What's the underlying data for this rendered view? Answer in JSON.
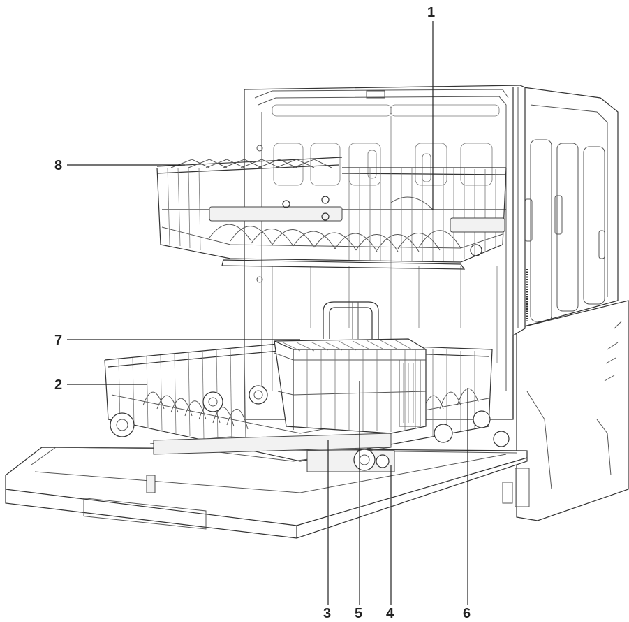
{
  "callouts": [
    {
      "id": "1",
      "label": "1"
    },
    {
      "id": "2",
      "label": "2"
    },
    {
      "id": "3",
      "label": "3"
    },
    {
      "id": "4",
      "label": "4"
    },
    {
      "id": "5",
      "label": "5"
    },
    {
      "id": "6",
      "label": "6"
    },
    {
      "id": "7",
      "label": "7"
    },
    {
      "id": "8",
      "label": "8"
    }
  ],
  "colors": {
    "line": "#333333",
    "background": "#ffffff"
  }
}
